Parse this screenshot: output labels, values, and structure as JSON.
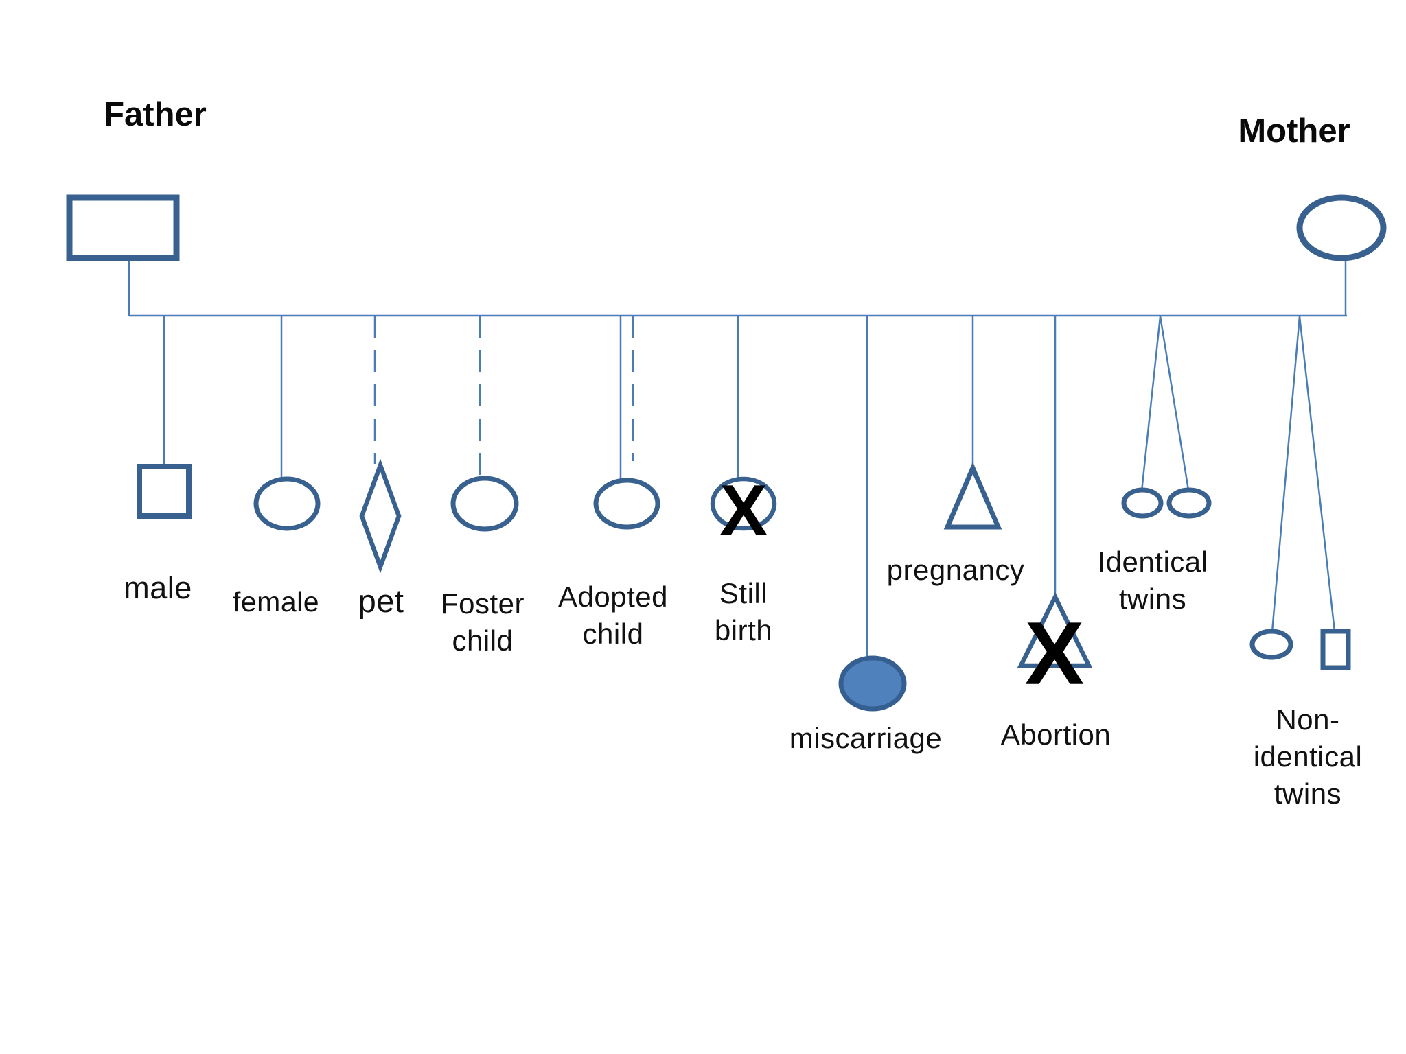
{
  "parents": {
    "father": {
      "label": "Father",
      "symbol": "rectangle"
    },
    "mother": {
      "label": "Mother",
      "symbol": "ellipse"
    }
  },
  "legend": [
    {
      "label": "male",
      "symbol": "square",
      "line": "solid"
    },
    {
      "label": "female",
      "symbol": "circle",
      "line": "solid"
    },
    {
      "label": "pet",
      "symbol": "diamond",
      "line": "dashed"
    },
    {
      "label": "Foster\nchild",
      "symbol": "circle",
      "line": "dashed"
    },
    {
      "label": "Adopted\nchild",
      "symbol": "circle",
      "line": "solid-plus-dashed"
    },
    {
      "label": "Still\nbirth",
      "symbol": "circle",
      "line": "solid",
      "mark": "X"
    },
    {
      "label": "miscarriage",
      "symbol": "filled-circle",
      "line": "solid"
    },
    {
      "label": "pregnancy",
      "symbol": "triangle",
      "line": "solid"
    },
    {
      "label": "Abortion",
      "symbol": "triangle",
      "line": "solid",
      "mark": "X"
    },
    {
      "label": "Identical\ntwins",
      "symbol": "two-circles",
      "line": "forked"
    },
    {
      "label": "Non-identical\ntwins",
      "symbol": "circle-and-square",
      "line": "forked"
    }
  ],
  "colors": {
    "shape_stroke": "#38618f",
    "connector": "#4a7db8",
    "miscarriage_fill": "#4f81bd",
    "miscarriage_stroke": "#365f91",
    "mark": "#000000",
    "text": "#111111",
    "background": "#ffffff"
  }
}
